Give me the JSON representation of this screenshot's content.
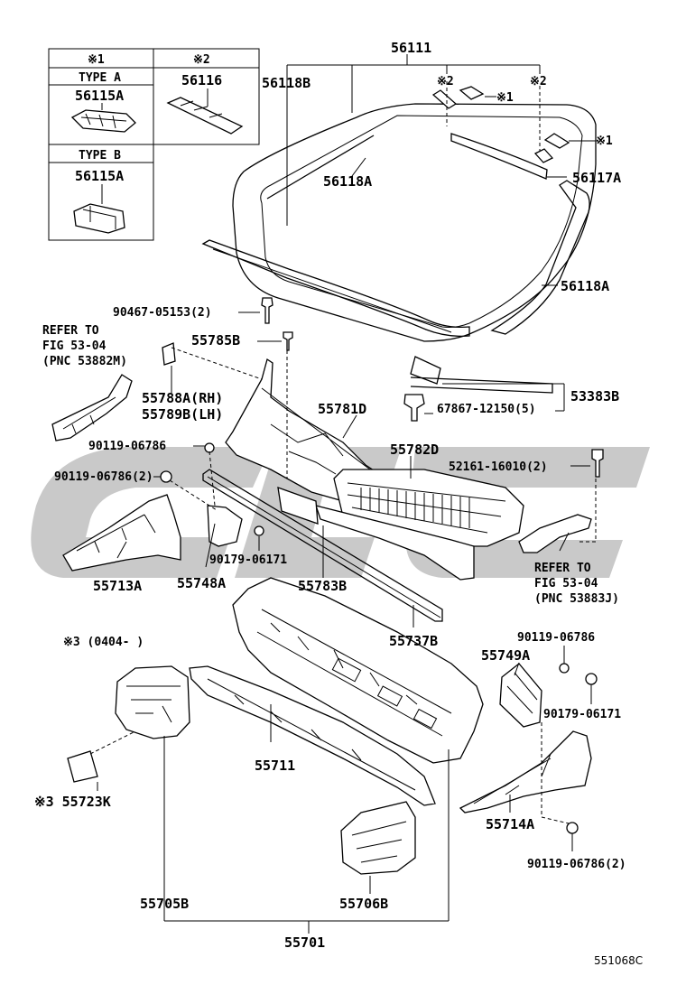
{
  "legend": {
    "mark1": "※1",
    "mark2": "※2",
    "type_a": "TYPE A",
    "type_b": "TYPE B",
    "part_a": "56115A",
    "part_b": "56115A",
    "part_2": "56116"
  },
  "labels": {
    "p56111": "56111",
    "p56118B": "56118B",
    "m2a": "※2",
    "m2b": "※2",
    "m1a": "※1",
    "m1b": "※1",
    "p56118A_top": "56118A",
    "p56117A": "56117A",
    "p56118A_right": "56118A",
    "p90467": "90467-05153(2)",
    "refer1_a": "REFER TO",
    "refer1_b": "FIG 53-04",
    "refer1_c": "(PNC 53882M)",
    "p55785B": "55785B",
    "p55788A": "55788A(RH)",
    "p55789B": "55789B(LH)",
    "p55781D": "55781D",
    "p67867": "67867-12150(5)",
    "p53383B": "53383B",
    "p90119_a": "90119-06786",
    "p90119_b": "90119-06786(2)",
    "p55782D": "55782D",
    "p52161": "52161-16010(2)",
    "p55713A": "55713A",
    "p55748A": "55748A",
    "p90179_a": "90179-06171",
    "p55783B": "55783B",
    "refer2_a": "REFER TO",
    "refer2_b": "FIG 53-04",
    "refer2_c": "(PNC 53883J)",
    "note3": "※3 (0404-       )",
    "p55737B": "55737B",
    "p90119_c": "90119-06786",
    "p55749A": "55749A",
    "p90179_b": "90179-06171",
    "p55711": "55711",
    "p55723K": "※3 55723K",
    "p55714A": "55714A",
    "p90119_d": "90119-06786(2)",
    "p55705B": "55705B",
    "p55706B": "55706B",
    "p55701": "55701",
    "code": "551068C"
  }
}
